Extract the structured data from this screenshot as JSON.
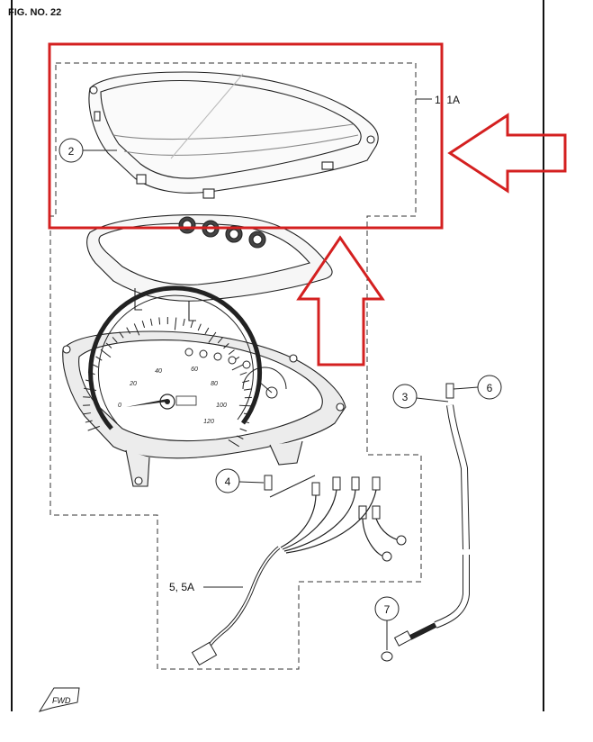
{
  "figure": {
    "title": "FIG. NO. 22",
    "fwd_label": "FWD"
  },
  "callouts": {
    "c2": "2",
    "c1": "1, 1A",
    "c3": "3",
    "c6": "6",
    "c4": "4",
    "c5": "5, 5A",
    "c7": "7"
  },
  "speedometer": {
    "scale": [
      "0",
      "20",
      "40",
      "60",
      "80",
      "100",
      "120"
    ]
  },
  "colors": {
    "highlight": "#d42020",
    "line": "#222222",
    "fill_light": "#f2f2f2"
  }
}
